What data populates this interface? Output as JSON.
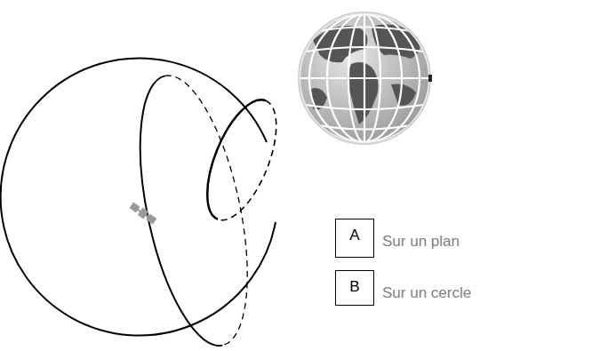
{
  "diagram": {
    "nodes": [
      {
        "text": [
          "A"
        ]
      },
      {
        "text": [
          "B"
        ]
      }
    ],
    "labels": [
      "Sur un plan",
      "Sur un cercle"
    ]
  }
}
